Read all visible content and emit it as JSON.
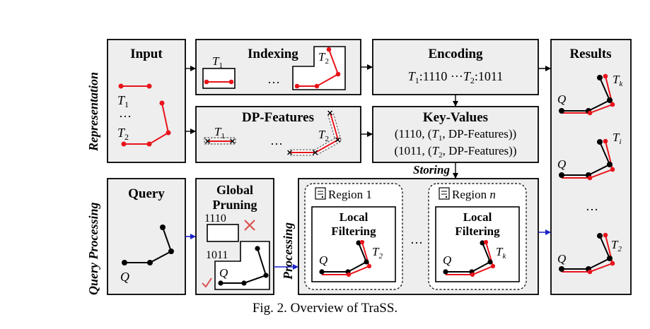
{
  "rows": {
    "representation": "Representation",
    "query_processing": "Query Processing"
  },
  "input": {
    "title": "Input",
    "t1": "T",
    "t1_sub": "1",
    "t2": "T",
    "t2_sub": "2",
    "ellipsis": "…"
  },
  "indexing": {
    "title": "Indexing",
    "t1": "T",
    "t1_sub": "1",
    "t2": "T",
    "t2_sub": "2",
    "ellipsis": "…"
  },
  "encoding": {
    "title": "Encoding",
    "line": {
      "t1": "T",
      "t1_sub": "1",
      "code1": ":1110 ···",
      "t2": "T",
      "t2_sub": "2",
      "code2": ":1011"
    }
  },
  "dp_features": {
    "title": "DP-Features",
    "t1": "T",
    "t1_sub": "1",
    "t2": "T",
    "t2_sub": "2",
    "ellipsis": "…"
  },
  "key_values": {
    "title": "Key-Values",
    "row1": {
      "pre": "(1110, (",
      "t": "T",
      "sub": "1",
      "post": ", DP-Features))"
    },
    "row2": {
      "pre": "(1011, (",
      "t": "T",
      "sub": "2",
      "post": ", DP-Features))"
    }
  },
  "storing": "Storing",
  "results": {
    "title": "Results",
    "q": "Q",
    "tk": "T",
    "tk_sub": "k",
    "ti": "T",
    "ti_sub": "i",
    "t2": "T",
    "t2_sub": "2",
    "ellipsis": "…"
  },
  "query": {
    "title": "Query",
    "q": "Q"
  },
  "global_pruning": {
    "title_1": "Global",
    "title_2": "Pruning",
    "code1": "1110",
    "code2": "1011",
    "q": "Q"
  },
  "processing": {
    "label": "Processing",
    "region1": {
      "label": "Region 1",
      "filter_1": "Local",
      "filter_2": "Filtering",
      "q": "Q",
      "t": "T",
      "t_sub": "2"
    },
    "region_n": {
      "label": "Region ",
      "label_var": "n",
      "filter_1": "Local",
      "filter_2": "Filtering",
      "q": "Q",
      "t": "T",
      "t_sub": "k"
    },
    "ellipsis": "…"
  },
  "caption": "Fig. 2.  Overview of TraSS.",
  "colors": {
    "trajectory": "#e8141b",
    "query": "#000000",
    "flow_arrow": "#1a22c8",
    "box_fill": "#eeeeee"
  }
}
